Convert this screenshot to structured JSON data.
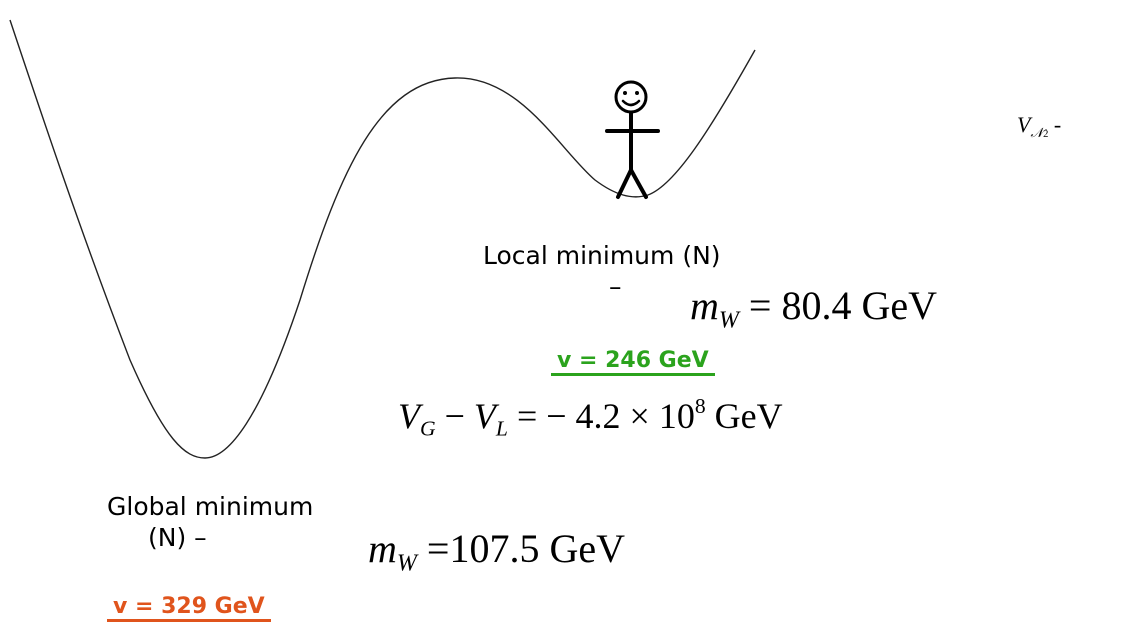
{
  "labels": {
    "local_minimum": "Local minimum (N)",
    "local_dash": "–",
    "global_minimum_line1": "Global minimum",
    "global_minimum_line2": "(N) –"
  },
  "vev": {
    "local": "v = 246 GeV",
    "global": "v = 329 GeV"
  },
  "equations": {
    "local_mw_rhs": "= 80.4 GeV",
    "global_mw_rhs": "=107.5 GeV",
    "energy_diff_rhs": "=  − 4.2 × 10",
    "energy_diff_exp": "8",
    "energy_diff_unit": " GeV",
    "corner_fragment": "-"
  },
  "colors": {
    "green": "#2ba31d",
    "orange": "#e0541c",
    "curve": "#222222"
  },
  "icons": {
    "figure": "smiley-stick-figure-icon"
  }
}
